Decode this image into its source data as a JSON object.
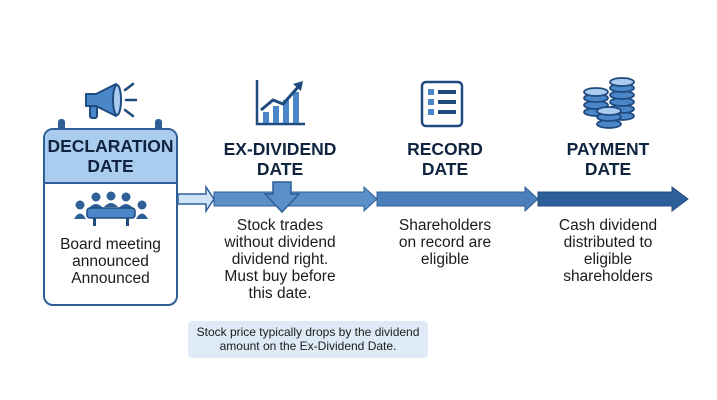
{
  "colors": {
    "dark_blue": "#2f5f97",
    "light_blue": "#a9ccef",
    "note_background": "#deebf6"
  },
  "stages": [
    {
      "title": "DECLARATION\nDATE",
      "description": "Board meeting\nannounced\nAnnounced",
      "icon": "megaphone-icon"
    },
    {
      "title": "EX-DIVIDEND\nDATE",
      "description": "Stock trades\nwithout dividend\ndividend right.\nMust buy before\nthis date.",
      "icon": "rising-chart-icon"
    },
    {
      "title": "RECORD\nDATE",
      "description": "Shareholders\non record are\neligible",
      "icon": "checklist-icon"
    },
    {
      "title": "PAYMENT\nDATE",
      "description": "Cash dividend\ndistributed to\neligible\nshareholders",
      "icon": "coin-stacks-icon"
    }
  ],
  "note": "Stock price typically drops by the dividend\namount on the Ex-Dividend Date.",
  "card_icon": "board-meeting-icon"
}
